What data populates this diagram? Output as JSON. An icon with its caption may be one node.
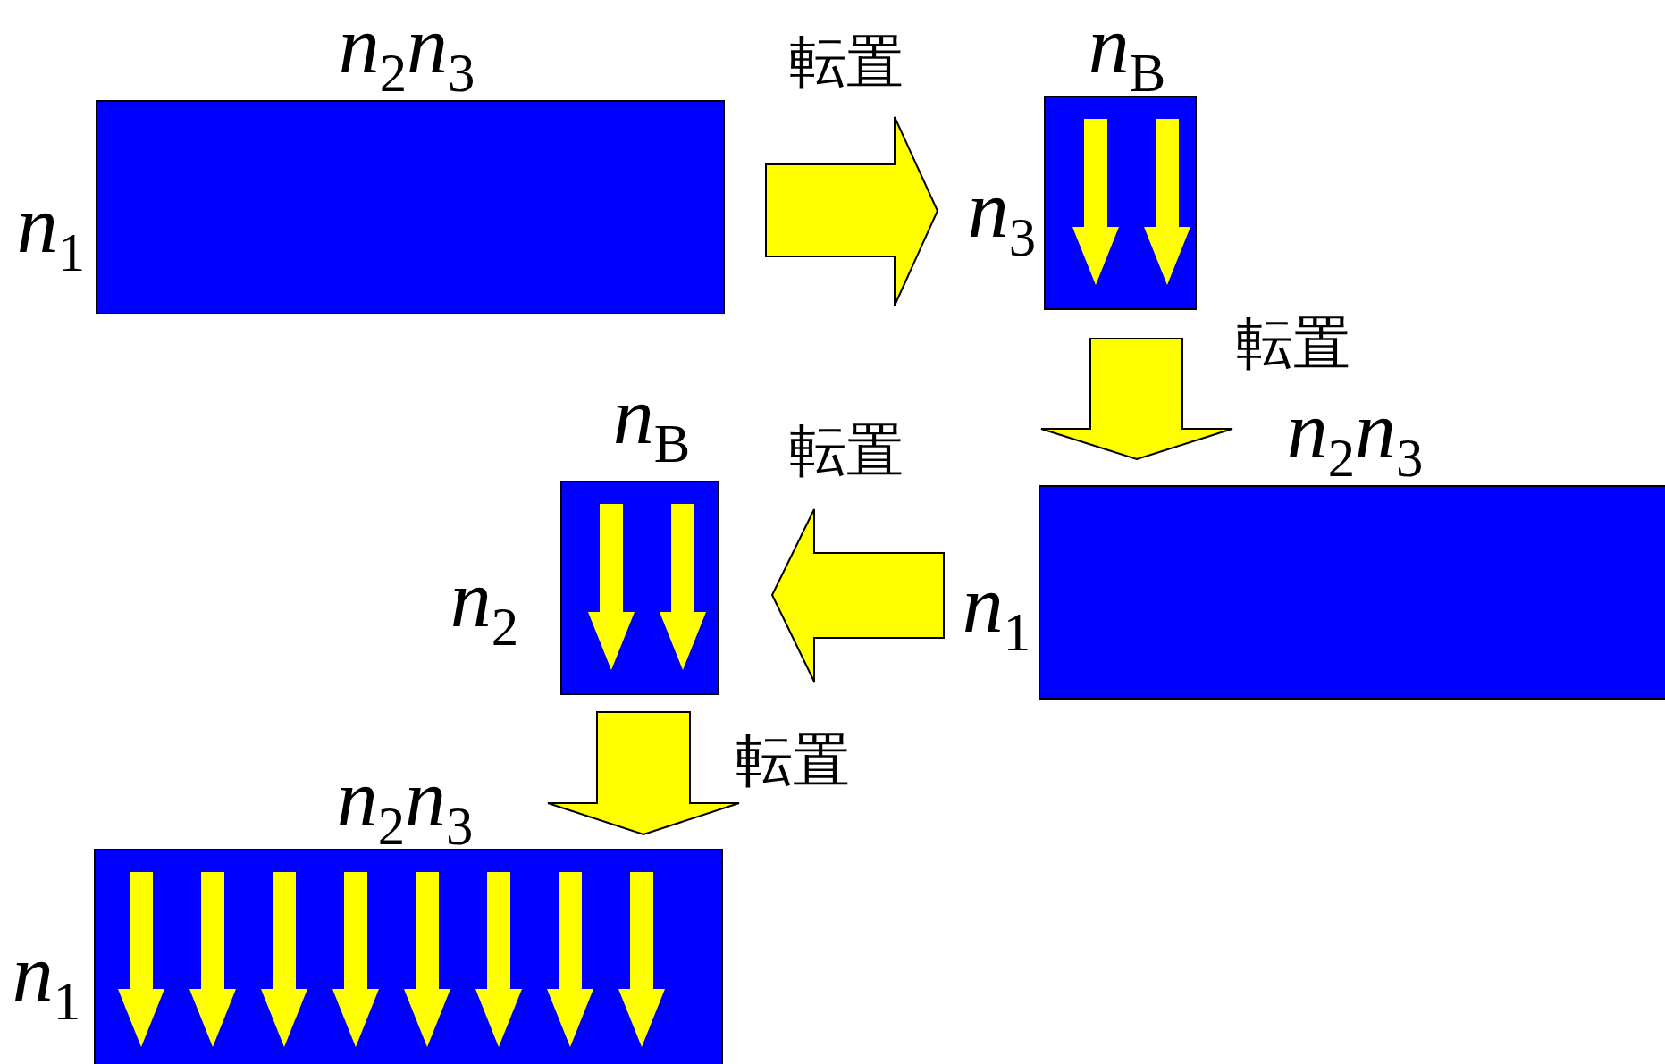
{
  "diagram": {
    "nodes": [
      {
        "text": [],
        "shape": "box",
        "beside": [
          "*n*$_{2}$*n*$_{3}$",
          "*n*$_{1}$"
        ]
      },
      {
        "text": [],
        "shape": "box",
        "beside": [
          "*n*$_{B}$",
          "*n*$_{3}$"
        ]
      },
      {
        "text": [],
        "shape": "box",
        "beside": [
          "*n*$_{2}$*n*$_{3}$",
          "*n*$_{1}$"
        ]
      },
      {
        "text": [],
        "shape": "box",
        "beside": [
          "*n*$_{B}$",
          "*n*$_{2}$"
        ]
      },
      {
        "text": [],
        "shape": "box",
        "beside": [
          "*n*$_{2}$*n*$_{3}$",
          "*n*$_{1}$"
        ]
      }
    ],
    "edges": [
      {
        "from": 0,
        "to": 1,
        "arrow": "to",
        "label": "転置"
      },
      {
        "from": 1,
        "to": 2,
        "arrow": "to",
        "label": "転置"
      },
      {
        "from": 2,
        "to": 3,
        "arrow": "to",
        "label": "転置"
      },
      {
        "from": 3,
        "to": 4,
        "arrow": "to",
        "label": "転置"
      }
    ]
  }
}
